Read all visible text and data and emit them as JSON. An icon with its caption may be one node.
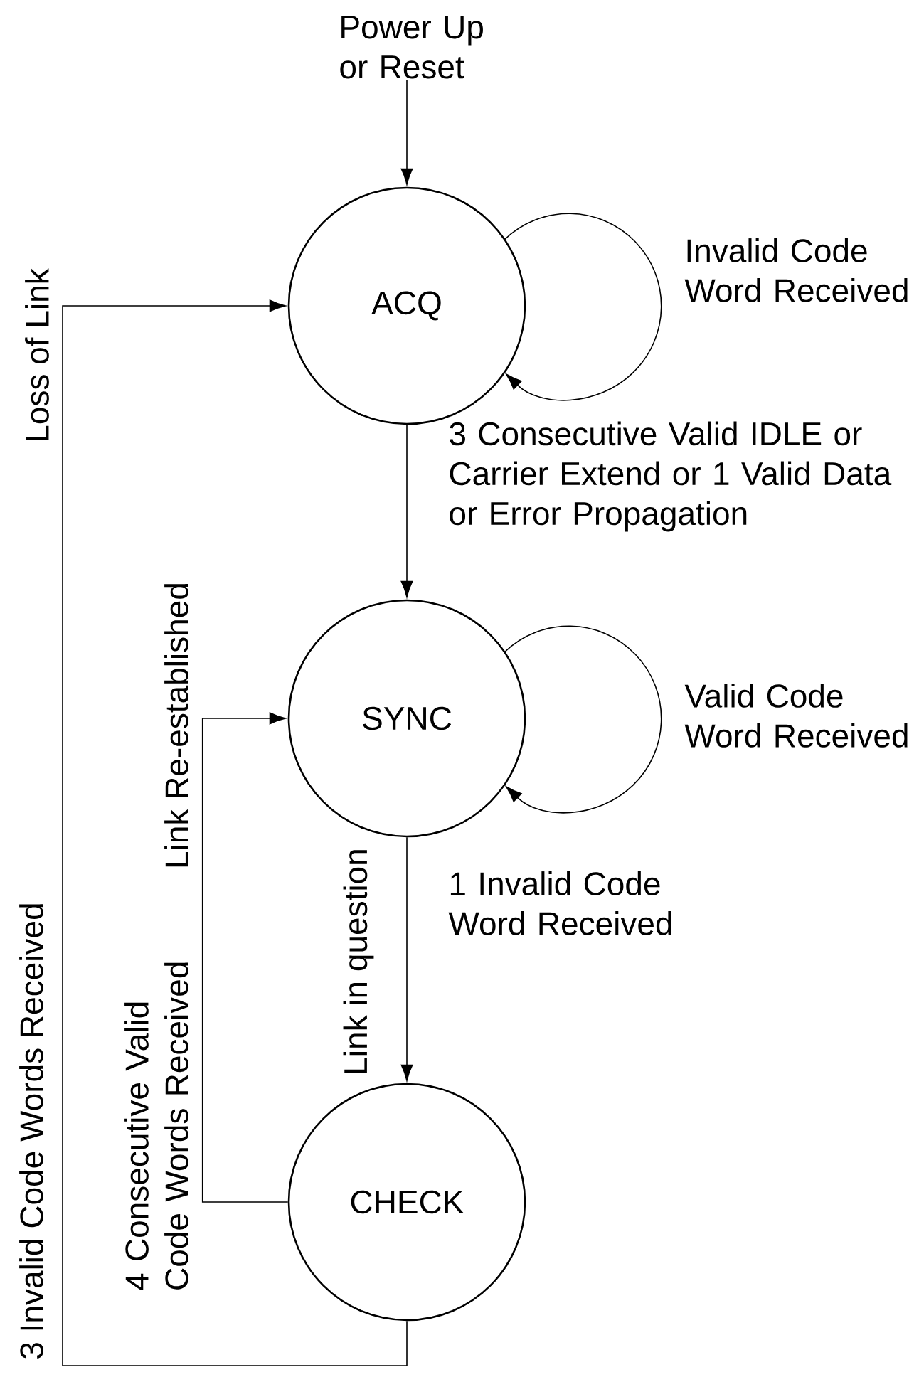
{
  "diagram": {
    "nodes": [
      {
        "text": [
          "Power Up or Reset"
        ]
      },
      {
        "text": [
          "ACQ"
        ]
      },
      {
        "text": [
          "SYNC"
        ]
      },
      {
        "text": [
          "CHECK"
        ]
      }
    ],
    "edges": [
      {
        "from": 0,
        "to": 1,
        "arrow": "to"
      },
      {
        "from": 1,
        "to": 1,
        "arrow": "to",
        "label": "Invalid Code Word Received"
      },
      {
        "from": 1,
        "to": 2,
        "arrow": "to",
        "label": "3 Consecutive Valid IDLE or Carrier Extend or 1 Valid Data or Error Propagation"
      },
      {
        "from": 2,
        "to": 2,
        "arrow": "to",
        "label": "Valid Code Word Received"
      },
      {
        "from": 2,
        "to": 3,
        "arrow": "to",
        "label": "1 Invalid Code Word Received"
      },
      {
        "from": 3,
        "to": 2,
        "arrow": "to",
        "label": "4 Consecutive Valid Code Words Received"
      },
      {
        "from": 3,
        "to": 1,
        "arrow": "to",
        "label": "3 Invalid Code Words Received"
      }
    ],
    "labels": [
      "Loss of Link",
      "Link Re-established",
      "Link in question"
    ]
  }
}
